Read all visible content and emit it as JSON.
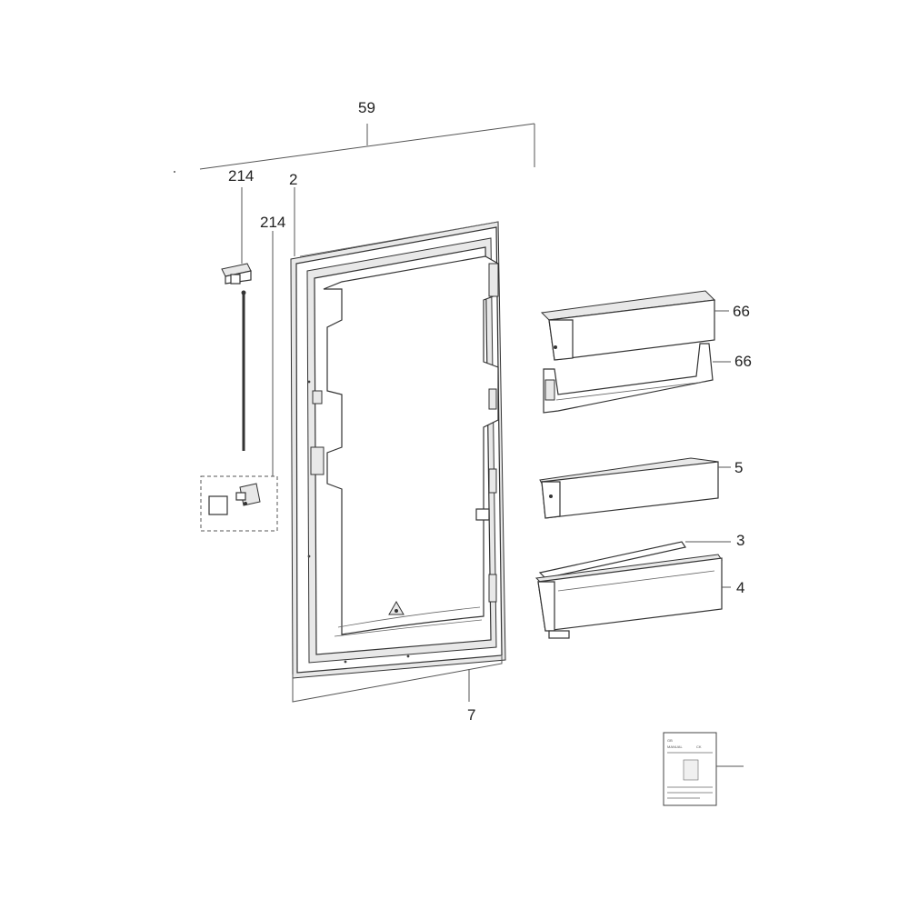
{
  "labels": {
    "door_width": "59",
    "top_stop": "214",
    "hinge_kit": "214",
    "door_frame": "2",
    "upper_cover": "66",
    "upper_shelf": "66",
    "mid_shelf": "5",
    "shelf_rail": "3",
    "bottom_shelf": "4",
    "gasket": "7"
  },
  "manual": {
    "line1": "GB",
    "line2": "MANUAL",
    "line3": "CK"
  }
}
